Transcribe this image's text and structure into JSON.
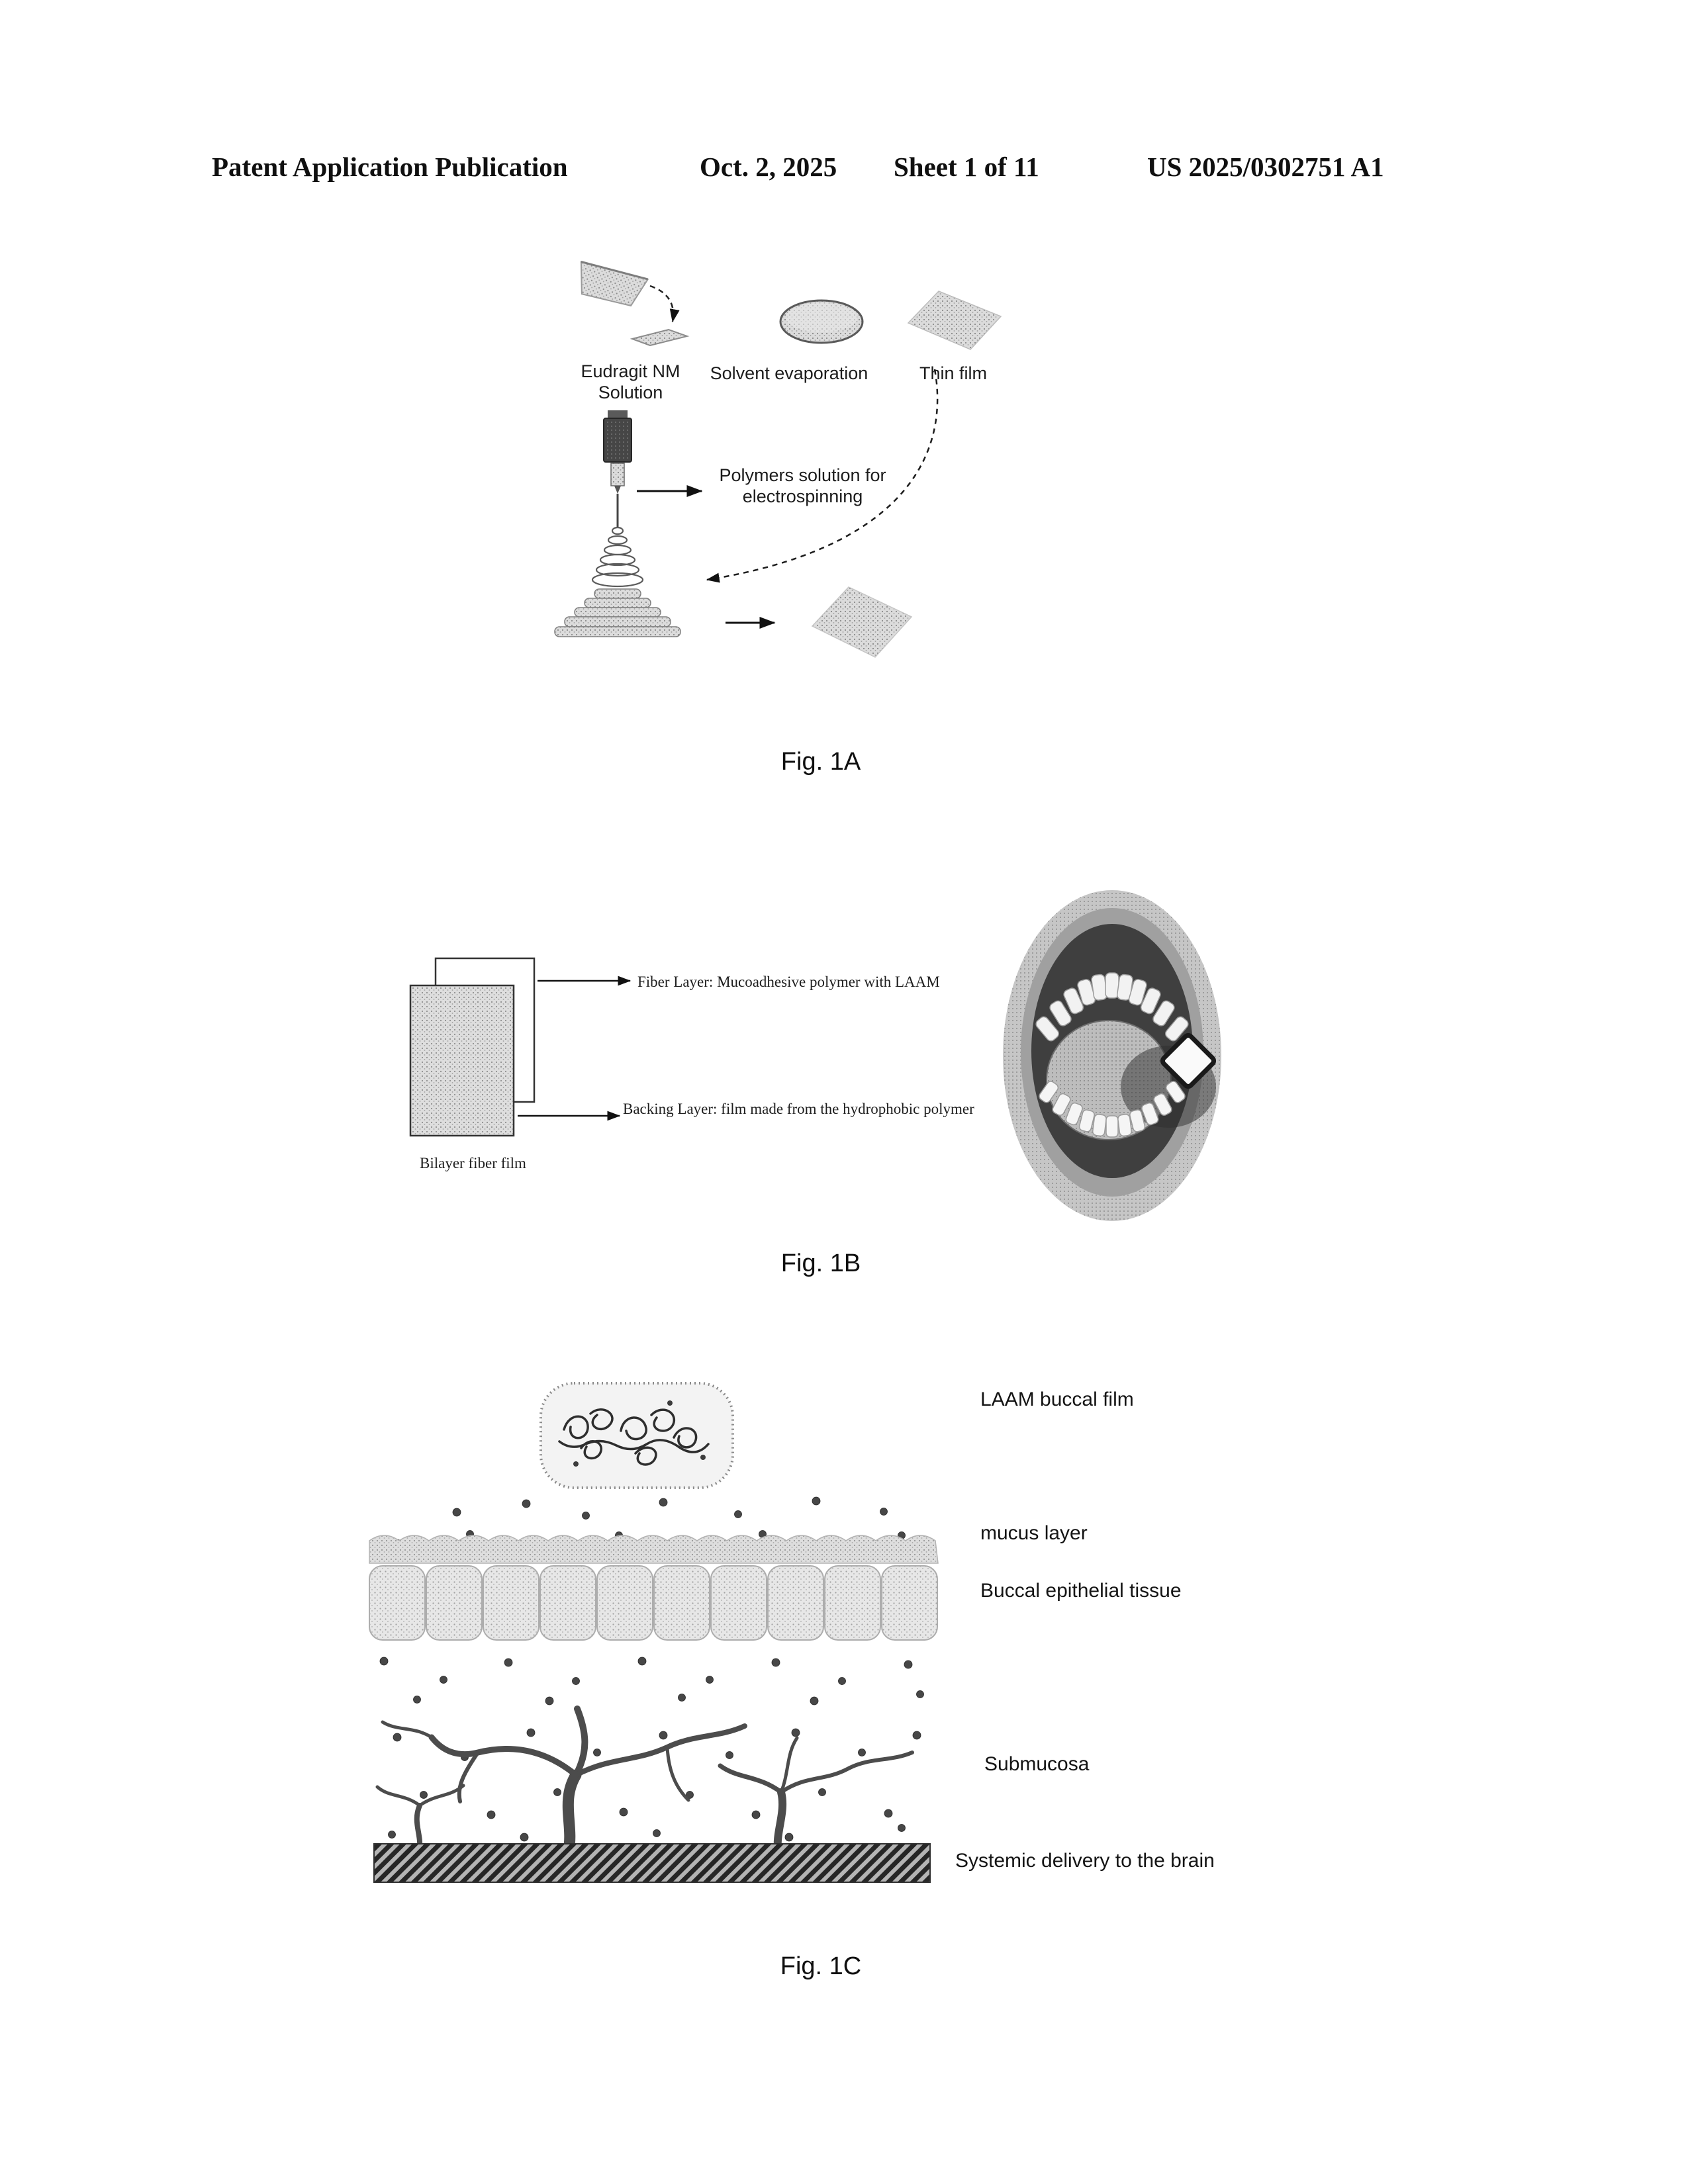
{
  "header": {
    "publication": "Patent Application Publication",
    "date": "Oct. 2, 2025",
    "sheet": "Sheet 1 of 11",
    "patent_number": "US 2025/0302751 A1"
  },
  "fig1a": {
    "caption": "Fig. 1A",
    "label_eudragit": "Eudragit NM\nSolution",
    "label_solvent": "Solvent evaporation",
    "label_thin_film": "Thin film",
    "label_polymers": "Polymers solution for\nelectrospinning"
  },
  "fig1b": {
    "caption": "Fig. 1B",
    "label_fiber_layer": "Fiber Layer: Mucoadhesive polymer with LAAM",
    "label_backing_layer": "Backing Layer: film made from the hydrophobic polymer",
    "label_bilayer": "Bilayer fiber film"
  },
  "fig1c": {
    "caption": "Fig. 1C",
    "label_film": "LAAM buccal film",
    "label_mucus": "mucus layer",
    "label_epithelial": "Buccal epithelial tissue",
    "label_submucosa": "Submucosa",
    "label_systemic": "Systemic delivery to the brain"
  }
}
